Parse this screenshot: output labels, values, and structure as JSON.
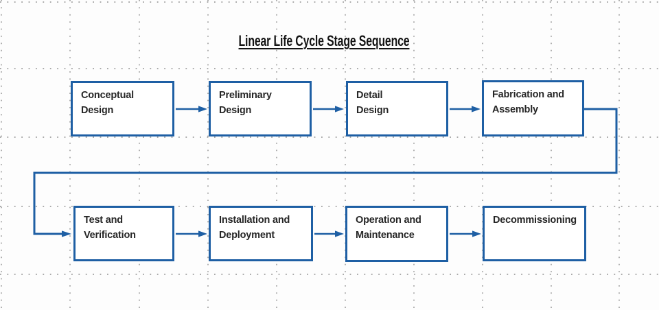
{
  "title": "Linear Life Cycle Stage Sequence",
  "colors": {
    "accent": "#1e5fa4",
    "grid": "#8f8f8f",
    "text": "#262626",
    "background": "#fdfdfd"
  },
  "diagram": {
    "type": "flowchart",
    "stages": [
      {
        "id": "conceptual-design",
        "label": "Conceptual Design",
        "lines": [
          "Conceptual",
          "Design"
        ]
      },
      {
        "id": "preliminary-design",
        "label": "Preliminary Design",
        "lines": [
          "Preliminary",
          "Design"
        ]
      },
      {
        "id": "detail-design",
        "label": "Detail Design",
        "lines": [
          "Detail",
          "Design"
        ]
      },
      {
        "id": "fabrication-and-assembly",
        "label": "Fabrication and Assembly",
        "lines": [
          "Fabrication and",
          "Assembly"
        ]
      },
      {
        "id": "test-and-verification",
        "label": "Test and Verification",
        "lines": [
          "Test and",
          "Verification"
        ]
      },
      {
        "id": "installation-and-deployment",
        "label": "Installation and Deployment",
        "lines": [
          "Installation and",
          "Deployment"
        ]
      },
      {
        "id": "operation-and-maintenance",
        "label": "Operation and Maintenance",
        "lines": [
          "Operation and",
          "Maintenance"
        ]
      },
      {
        "id": "decommissioning",
        "label": "Decommissioning",
        "lines": [
          "Decommissioning",
          ""
        ]
      }
    ],
    "flow": [
      {
        "from": "conceptual-design",
        "to": "preliminary-design"
      },
      {
        "from": "preliminary-design",
        "to": "detail-design"
      },
      {
        "from": "detail-design",
        "to": "fabrication-and-assembly"
      },
      {
        "from": "fabrication-and-assembly",
        "to": "test-and-verification"
      },
      {
        "from": "test-and-verification",
        "to": "installation-and-deployment"
      },
      {
        "from": "installation-and-deployment",
        "to": "operation-and-maintenance"
      },
      {
        "from": "operation-and-maintenance",
        "to": "decommissioning"
      }
    ]
  }
}
